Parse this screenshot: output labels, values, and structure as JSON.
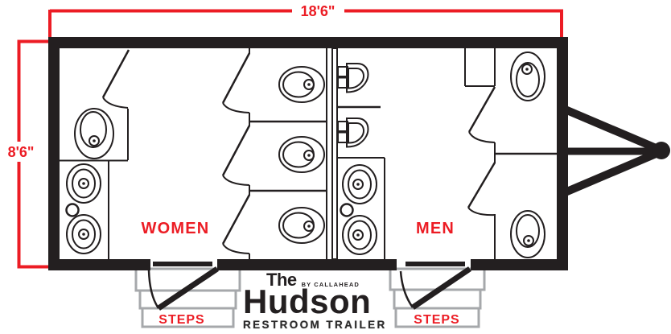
{
  "title": "Restroom trailer floor plan",
  "dimensions": {
    "width_label": "18'6\"",
    "height_label": "8'6\""
  },
  "rooms": {
    "women_label": "WOMEN",
    "men_label": "MEN"
  },
  "steps": {
    "left_label": "STEPS",
    "right_label": "STEPS"
  },
  "logo": {
    "the": "The",
    "by": "BY CALLAHEAD",
    "name": "Hudson",
    "tagline": "RESTROOM TRAILER"
  },
  "colors": {
    "accent_red": "#ec1c24",
    "line_black": "#231f20",
    "step_gray": "#a6a8ab"
  },
  "fixtures": {
    "women": {
      "toilets": 4,
      "sinks": 2
    },
    "men": {
      "toilets": 2,
      "urinals": 2,
      "sinks": 2
    }
  }
}
